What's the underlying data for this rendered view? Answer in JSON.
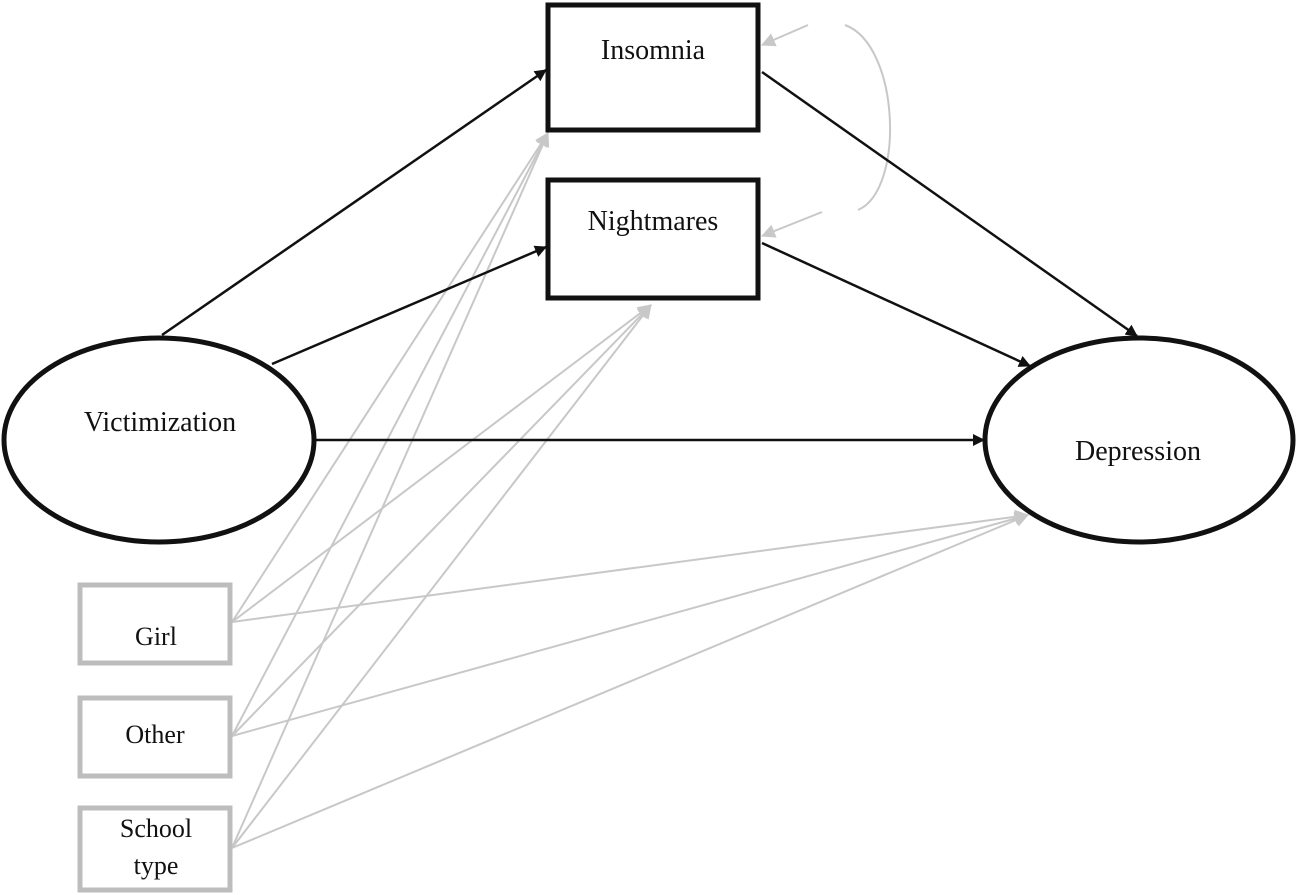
{
  "diagram": {
    "nodes": {
      "insomnia": {
        "label": "Insomnia"
      },
      "nightmares": {
        "label": "Nightmares"
      },
      "victimization": {
        "label": "Victimization"
      },
      "depression": {
        "label": "Depression"
      },
      "girl": {
        "label": "Girl"
      },
      "other": {
        "label": "Other"
      },
      "school_type": {
        "label_line1": "School",
        "label_line2": "type"
      }
    },
    "colors": {
      "main_paths": "#111111",
      "covariate_paths": "#c8c8c8",
      "covariate_box_border": "#bdbdbd"
    }
  }
}
